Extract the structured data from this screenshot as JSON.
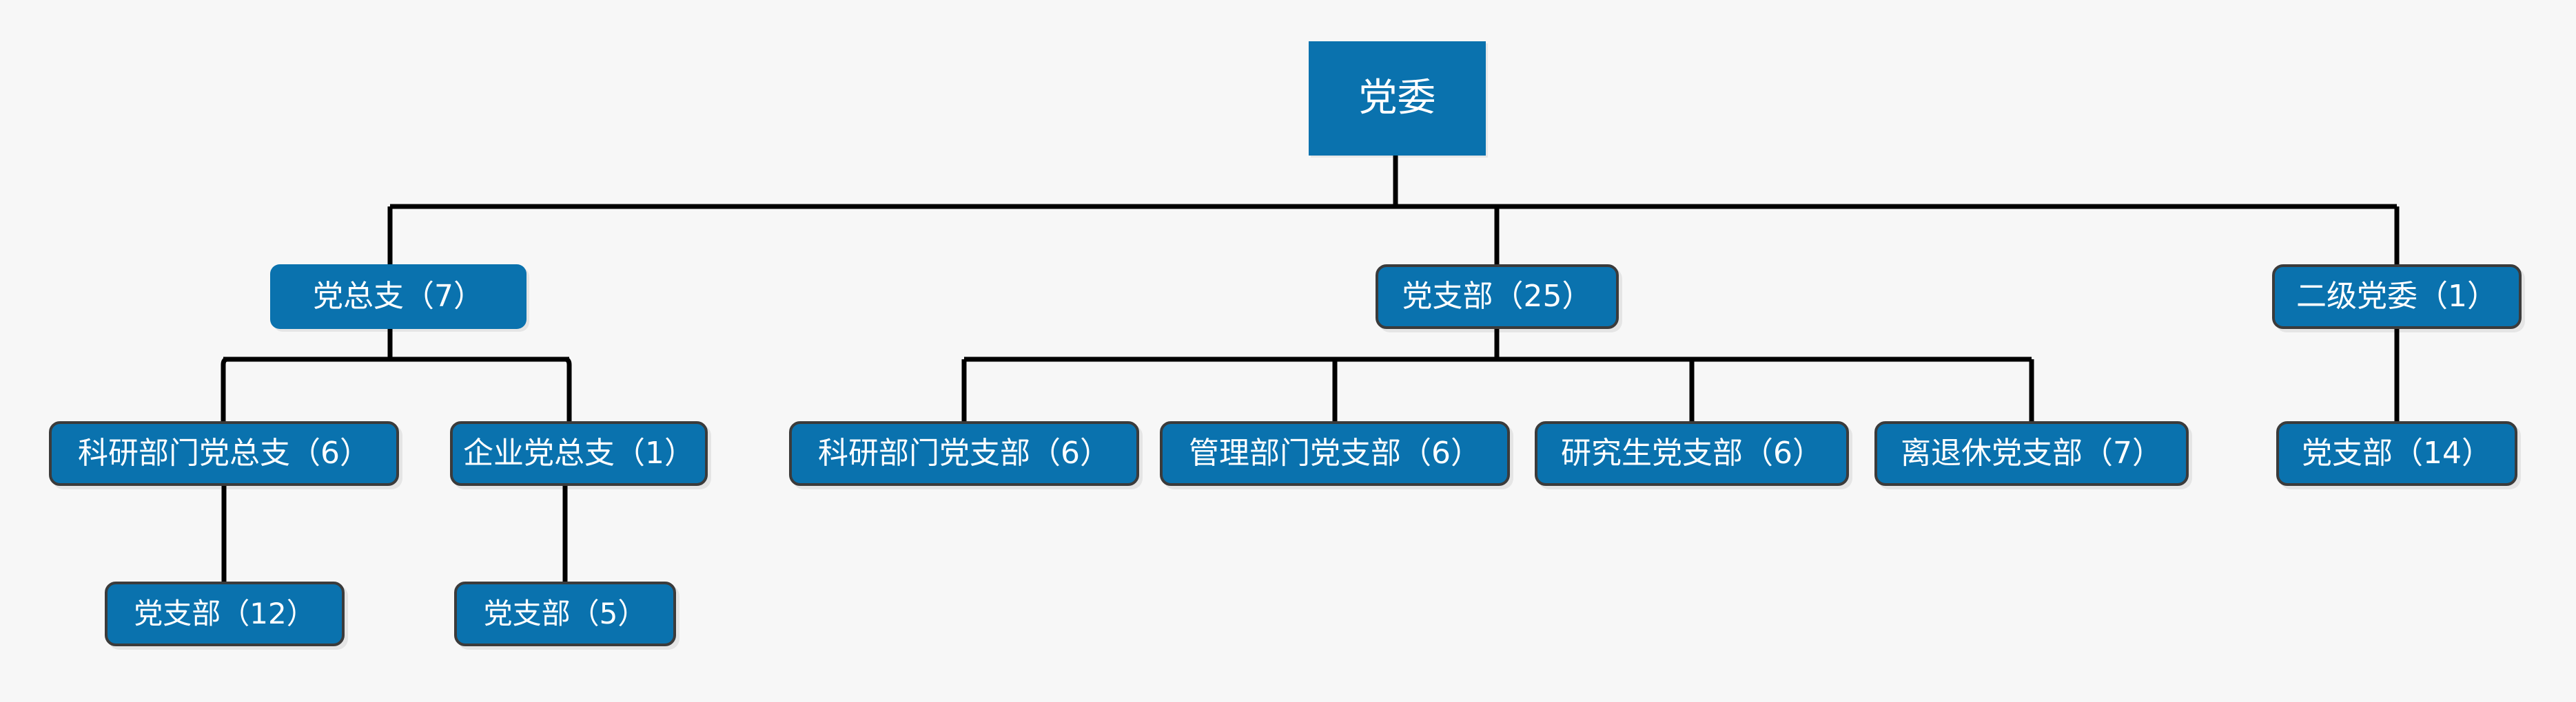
{
  "diagram": {
    "type": "organization-chart",
    "title": "党组织架构图",
    "background_color": "#f7f7f7",
    "node_fill_color": "#0a72ae",
    "node_text_color": "#ffffff",
    "node_border_color": "#3b3b3b",
    "connector_color": "#000000",
    "orientation": "top-down",
    "levels": 4
  },
  "nodes": {
    "root": {
      "label": "党委",
      "level": 1
    },
    "level2": [
      {
        "id": "n-dangzongzhi",
        "label": "党总支（7）",
        "count": 7,
        "level": 2,
        "outlined": false
      },
      {
        "id": "n-dangzhibu-25",
        "label": "党支部（25）",
        "count": 25,
        "level": 2,
        "outlined": true
      },
      {
        "id": "n-erjidangwei",
        "label": "二级党委（1）",
        "count": 1,
        "level": 2,
        "outlined": true
      }
    ],
    "level3": [
      {
        "id": "n-keyan-zongzhi",
        "label": "科研部门党总支（6）",
        "count": 6,
        "level": 3,
        "parent": "n-dangzongzhi"
      },
      {
        "id": "n-qiye-zongzhi",
        "label": "企业党总支（1）",
        "count": 1,
        "level": 3,
        "parent": "n-dangzongzhi"
      },
      {
        "id": "n-keyan-zhibu",
        "label": "科研部门党支部（6）",
        "count": 6,
        "level": 3,
        "parent": "n-dangzhibu-25"
      },
      {
        "id": "n-guanli-zhibu",
        "label": "管理部门党支部（6）",
        "count": 6,
        "level": 3,
        "parent": "n-dangzhibu-25"
      },
      {
        "id": "n-yanjiusheng-zhibu",
        "label": "研究生党支部（6）",
        "count": 6,
        "level": 3,
        "parent": "n-dangzhibu-25"
      },
      {
        "id": "n-lituixiu-zhibu",
        "label": "离退休党支部（7）",
        "count": 7,
        "level": 3,
        "parent": "n-dangzhibu-25"
      },
      {
        "id": "n-erji-zhibu-14",
        "label": "党支部（14）",
        "count": 14,
        "level": 3,
        "parent": "n-erjidangwei"
      }
    ],
    "level4": [
      {
        "id": "n-zhibu-12",
        "label": "党支部（12）",
        "count": 12,
        "level": 4,
        "parent": "n-keyan-zongzhi"
      },
      {
        "id": "n-zhibu-5",
        "label": "党支部（5）",
        "count": 5,
        "level": 4,
        "parent": "n-qiye-zongzhi"
      }
    ]
  },
  "chart_data": {
    "type": "tree",
    "title": "党委组织架构",
    "root": {
      "label": "党委",
      "children": [
        {
          "label": "党总支（7）",
          "value": 7,
          "children": [
            {
              "label": "科研部门党总支（6）",
              "value": 6,
              "children": [
                {
                  "label": "党支部（12）",
                  "value": 12,
                  "children": []
                }
              ]
            },
            {
              "label": "企业党总支（1）",
              "value": 1,
              "children": [
                {
                  "label": "党支部（5）",
                  "value": 5,
                  "children": []
                }
              ]
            }
          ]
        },
        {
          "label": "党支部（25）",
          "value": 25,
          "children": [
            {
              "label": "科研部门党支部（6）",
              "value": 6,
              "children": []
            },
            {
              "label": "管理部门党支部（6）",
              "value": 6,
              "children": []
            },
            {
              "label": "研究生党支部（6）",
              "value": 6,
              "children": []
            },
            {
              "label": "离退休党支部（7）",
              "value": 7,
              "children": []
            }
          ]
        },
        {
          "label": "二级党委（1）",
          "value": 1,
          "children": [
            {
              "label": "党支部（14）",
              "value": 14,
              "children": []
            }
          ]
        }
      ]
    }
  }
}
